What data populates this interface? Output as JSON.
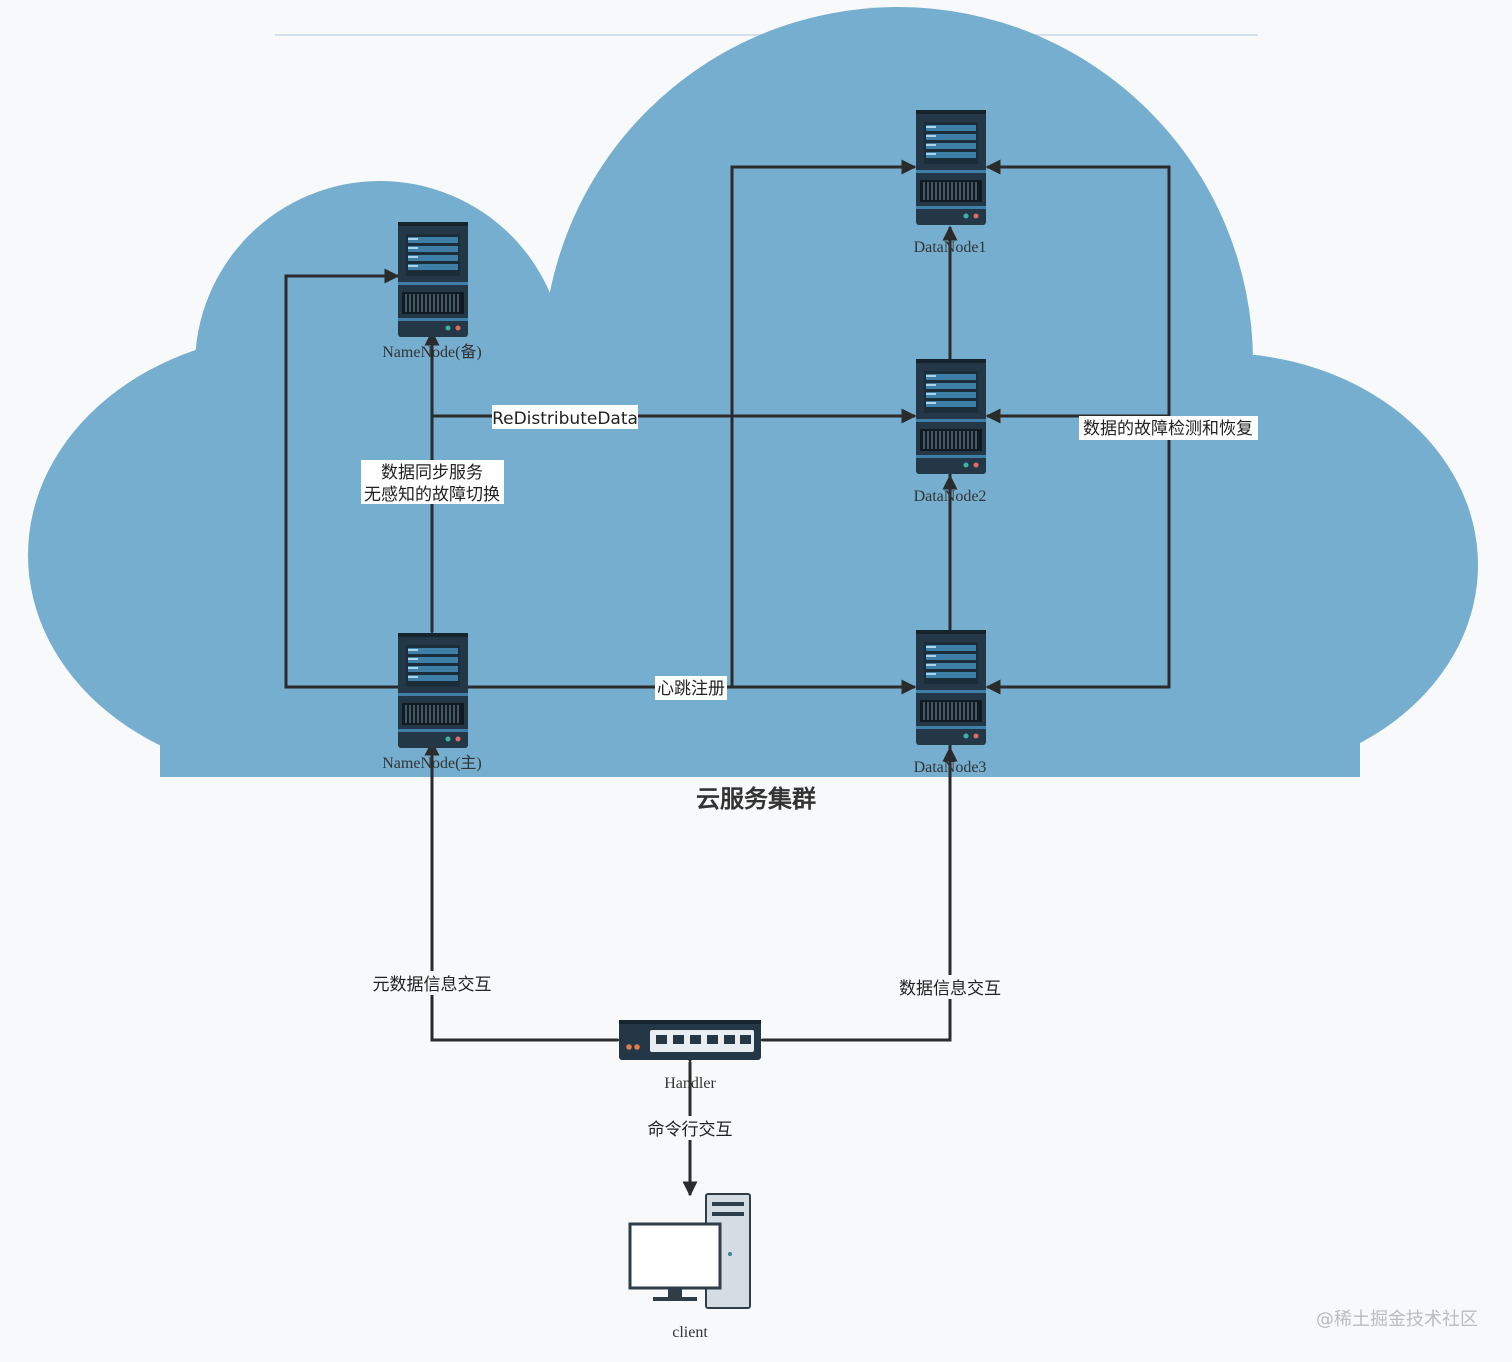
{
  "cluster": {
    "title": "云服务集群"
  },
  "nodes": {
    "namenode_standby": {
      "label": "NameNode(备)",
      "icon": "server-icon"
    },
    "namenode_primary": {
      "label": "NameNode(主)",
      "icon": "server-icon"
    },
    "datanode1": {
      "label": "DataNode1",
      "icon": "server-icon"
    },
    "datanode2": {
      "label": "DataNode2",
      "icon": "server-icon"
    },
    "datanode3": {
      "label": "DataNode3",
      "icon": "server-icon"
    },
    "handler": {
      "label": "Handler",
      "icon": "network-switch-icon"
    },
    "client": {
      "label": "client",
      "icon": "desktop-computer-icon"
    }
  },
  "edges": {
    "redistribute": "ReDistributeData",
    "sync_line1": "数据同步服务",
    "sync_line2": "无感知的故障切换",
    "heartbeat": "心跳注册",
    "fault_recovery": "数据的故障检测和恢复",
    "metadata_exchange": "元数据信息交互",
    "data_exchange": "数据信息交互",
    "cli_exchange": "命令行交互"
  },
  "watermark": "@稀土掘金技术社区",
  "colors": {
    "cloud": "#75aece",
    "server_body": "#243746",
    "server_screen": "#3d7fa6",
    "edge": "#2b2b2b",
    "background": "#f8f9fa"
  }
}
